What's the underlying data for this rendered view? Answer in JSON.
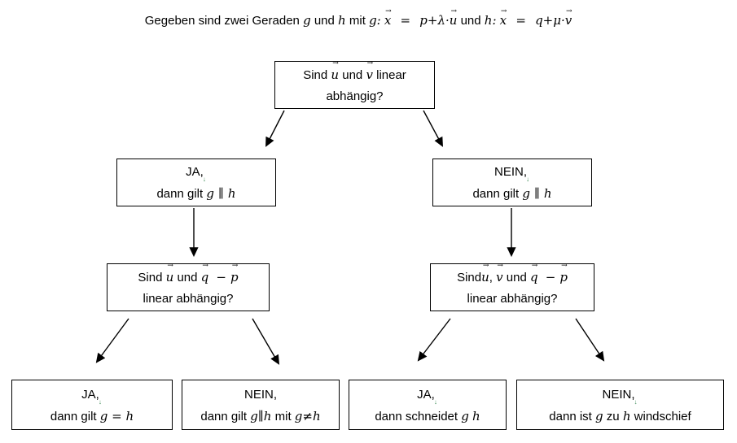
{
  "title": {
    "lead": "Gegeben sind zwei Geraden",
    "g": "g",
    "und1": "und",
    "h": "h",
    "mit": "mit",
    "g_colon": "g:",
    "x1": "x",
    "eq1": "=",
    "p_term": "p+λ·",
    "u": "u",
    "und2": "und",
    "h_colon": "h:",
    "x2": "x",
    "eq2": "=",
    "q_term": "q+μ·",
    "v": "v"
  },
  "anchor_mark": "↓",
  "flow": {
    "root": {
      "t1": "Sind",
      "u": "u",
      "t2": "und",
      "v": "v",
      "t3": "linear",
      "line2": "abhängig?"
    },
    "yes_parallel": {
      "line1": "JA,",
      "prefix": "dann gilt",
      "g": "g",
      "rel": "∥",
      "h": "h"
    },
    "no_parallel": {
      "line1": "NEIN,",
      "prefix": "dann gilt",
      "g": "g",
      "rel": "∥",
      "h": "h"
    },
    "check_identical": {
      "t1": "Sind",
      "u": "u",
      "t2": "und",
      "q": "q",
      "minus": "−",
      "p": "p",
      "line2": "linear abhängig?"
    },
    "check_intersect": {
      "t1": "Sind",
      "u": "u",
      "comma": ",",
      "v": "v",
      "t2": "und",
      "q": "q",
      "minus": "−",
      "p": "p",
      "line2": "linear abhängig?"
    },
    "identical": {
      "line1": "JA,",
      "prefix": "dann gilt",
      "expr": "g = h"
    },
    "parallel_distinct": {
      "line1": "NEIN,",
      "prefix": "dann gilt",
      "expr1": "g∥h",
      "mid": "mit",
      "expr2": "g≠h"
    },
    "intersect": {
      "line1": "JA,",
      "prefix": "dann schneidet",
      "g": "g",
      "h": "h"
    },
    "skew": {
      "line1": "NEIN,",
      "prefix": "dann ist",
      "g": "g",
      "mid": "zu",
      "h": "h",
      "suffix": "windschief"
    }
  }
}
